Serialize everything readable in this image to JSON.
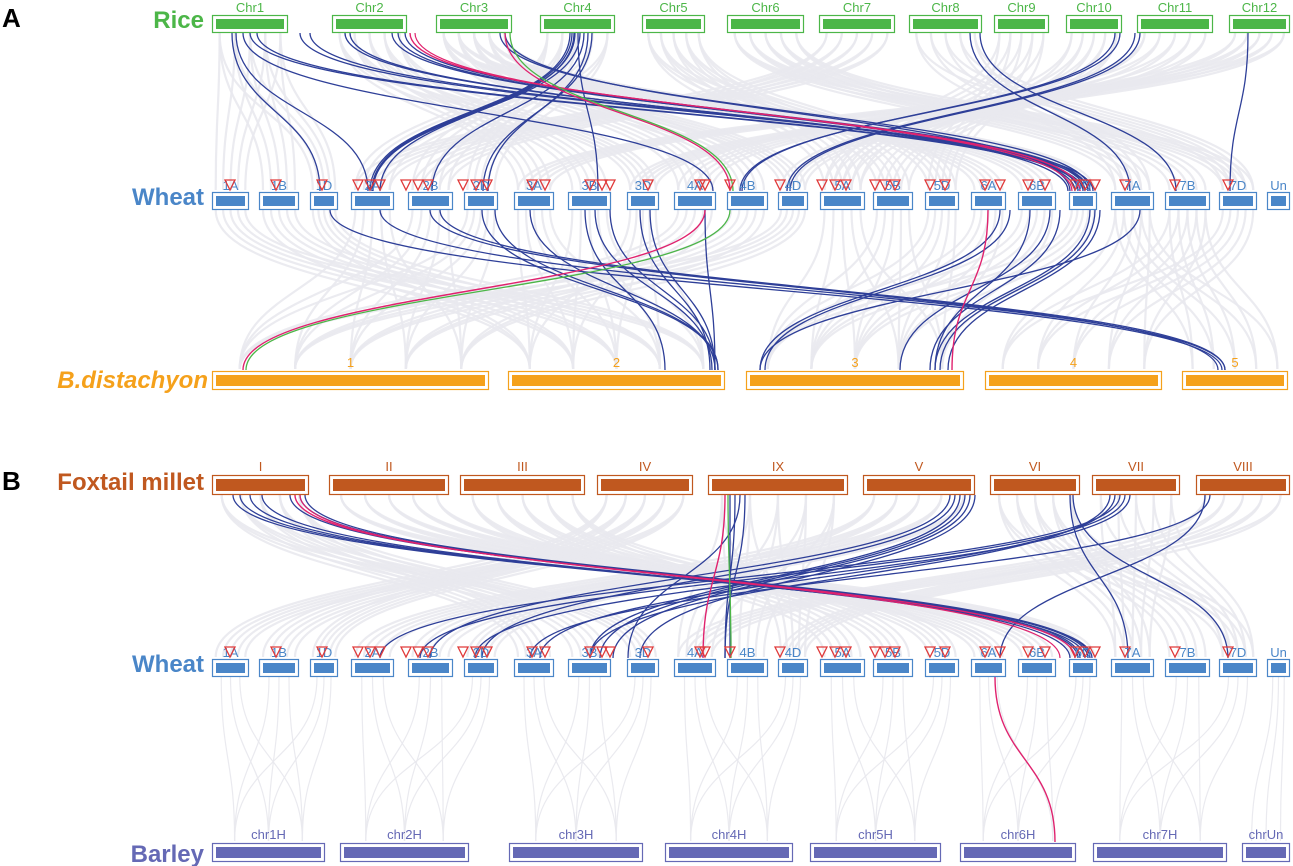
{
  "colors": {
    "rice": "#4cb648",
    "wheat": "#4a86c8",
    "brachy": "#f5a11b",
    "foxtail": "#c0581f",
    "barley": "#6569b5",
    "link_blue": "#2e3f98",
    "link_red": "#e0226e",
    "link_green": "#4cb648",
    "link_bg": "#e9e9ee",
    "marker": "#e03a3a"
  },
  "panel_a": {
    "letter": "A",
    "top": {
      "species": "Rice",
      "chromosomes": [
        "Chr1",
        "Chr2",
        "Chr3",
        "Chr4",
        "Chr5",
        "Chr6",
        "Chr7",
        "Chr8",
        "Chr9",
        "Chr10",
        "Chr11",
        "Chr12"
      ]
    },
    "middle": {
      "species": "Wheat",
      "chromosomes": [
        "1A",
        "1B",
        "1D",
        "2A",
        "2B",
        "2D",
        "3A",
        "3B",
        "3D",
        "4A",
        "4B",
        "4D",
        "5A",
        "5B",
        "5D",
        "6A",
        "6B",
        "6D",
        "7A",
        "7B",
        "7D",
        "Un"
      ]
    },
    "bottom": {
      "species": "B.distachyon",
      "chromosomes": [
        "1",
        "2",
        "3",
        "4",
        "5"
      ]
    }
  },
  "panel_b": {
    "letter": "B",
    "top": {
      "species": "Foxtail millet",
      "chromosomes": [
        "I",
        "II",
        "III",
        "IV",
        "IX",
        "V",
        "VI",
        "VII",
        "VIII"
      ]
    },
    "middle": {
      "species": "Wheat",
      "chromosomes": [
        "1A",
        "1B",
        "1D",
        "2A",
        "2B",
        "2D",
        "3A",
        "3B",
        "3D",
        "4A",
        "4B",
        "4D",
        "5A",
        "5B",
        "5D",
        "6A",
        "6B",
        "6D",
        "7A",
        "7B",
        "7D",
        "Un"
      ]
    },
    "bottom": {
      "species": "Barley",
      "chromosomes": [
        "chr1H",
        "chr2H",
        "chr3H",
        "chr4H",
        "chr5H",
        "chr6H",
        "chr7H",
        "chrUn"
      ]
    }
  }
}
